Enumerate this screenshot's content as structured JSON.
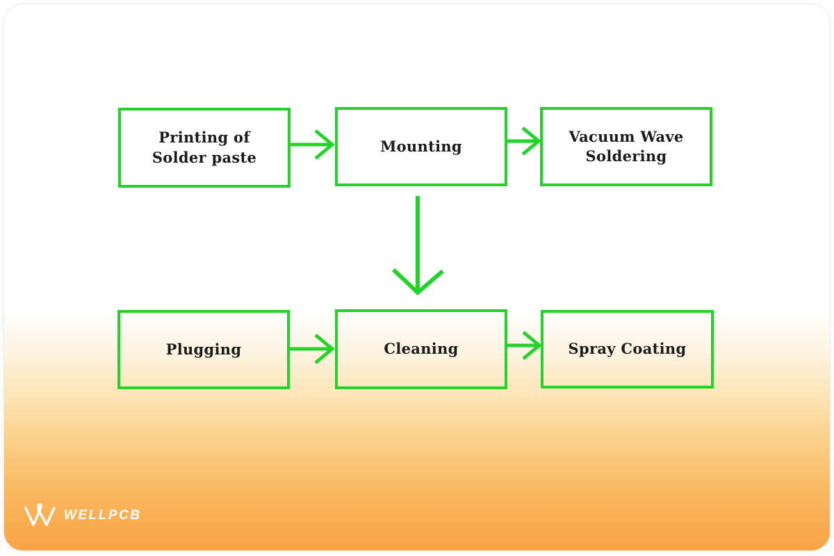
{
  "diagram": {
    "type": "flowchart",
    "nodes": [
      {
        "label": "Printing of\nSolder paste"
      },
      {
        "label": "Mounting"
      },
      {
        "label": "Vacuum Wave\nSoldering"
      },
      {
        "label": "Plugging"
      },
      {
        "label": "Cleaning"
      },
      {
        "label": "Spray Coating"
      }
    ],
    "edges": [
      {
        "from": "Printing of Solder paste",
        "to": "Mounting",
        "direction": "right"
      },
      {
        "from": "Mounting",
        "to": "Vacuum Wave Soldering",
        "direction": "right"
      },
      {
        "from": "Mounting",
        "to": "Cleaning",
        "direction": "down"
      },
      {
        "from": "Plugging",
        "to": "Cleaning",
        "direction": "right"
      },
      {
        "from": "Cleaning",
        "to": "Spray Coating",
        "direction": "right"
      }
    ],
    "accent_color": "#23d32c",
    "text_color": "#1b1b1b"
  },
  "logo": {
    "text": "WELLPCB",
    "icon": "wellpcb-w-icon",
    "color": "#ffffff"
  },
  "background": {
    "top_color": "#ffffff",
    "bottom_color": "#f9a445"
  }
}
